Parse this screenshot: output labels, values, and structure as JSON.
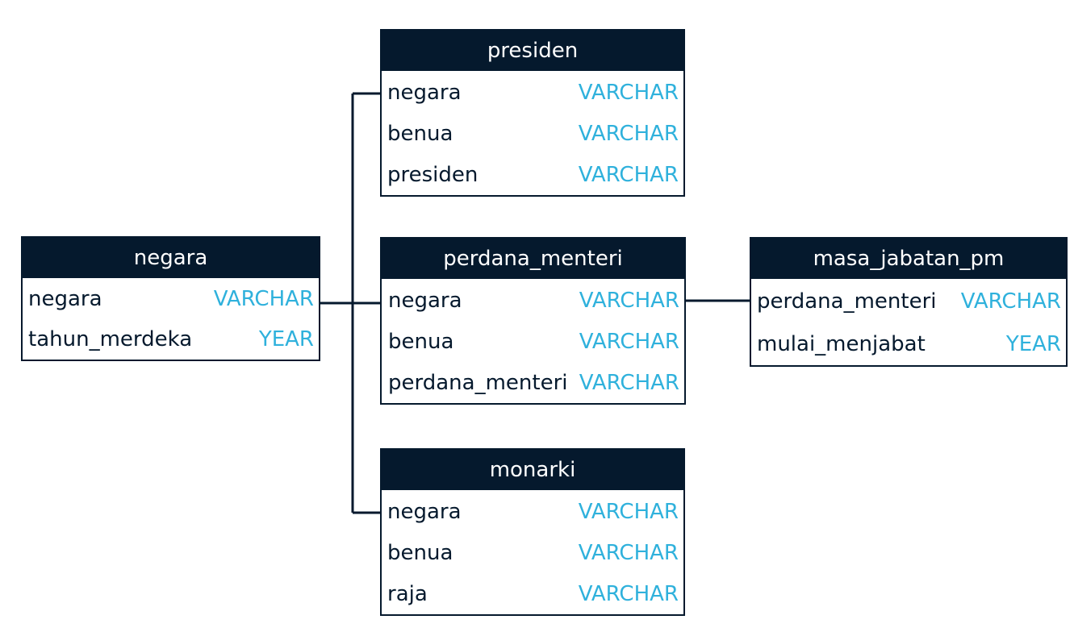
{
  "tables": {
    "negara": {
      "title": "negara",
      "fields": [
        {
          "name": "negara",
          "type": "VARCHAR"
        },
        {
          "name": "tahun_merdeka",
          "type": "YEAR"
        }
      ]
    },
    "presiden": {
      "title": "presiden",
      "fields": [
        {
          "name": "negara",
          "type": "VARCHAR"
        },
        {
          "name": "benua",
          "type": "VARCHAR"
        },
        {
          "name": "presiden",
          "type": "VARCHAR"
        }
      ]
    },
    "perdana_menteri": {
      "title": "perdana_menteri",
      "fields": [
        {
          "name": "negara",
          "type": "VARCHAR"
        },
        {
          "name": "benua",
          "type": "VARCHAR"
        },
        {
          "name": "perdana_menteri",
          "type": "VARCHAR"
        }
      ]
    },
    "monarki": {
      "title": "monarki",
      "fields": [
        {
          "name": "negara",
          "type": "VARCHAR"
        },
        {
          "name": "benua",
          "type": "VARCHAR"
        },
        {
          "name": "raja",
          "type": "VARCHAR"
        }
      ]
    },
    "masa_jabatan_pm": {
      "title": "masa_jabatan_pm",
      "fields": [
        {
          "name": "perdana_menteri",
          "type": "VARCHAR"
        },
        {
          "name": "mulai_menjabat",
          "type": "YEAR"
        }
      ]
    }
  },
  "colors": {
    "header_bg": "#05192d",
    "header_text": "#ffffff",
    "field_name": "#05192d",
    "field_type": "#2fb1dc",
    "connector": "#05192d"
  }
}
